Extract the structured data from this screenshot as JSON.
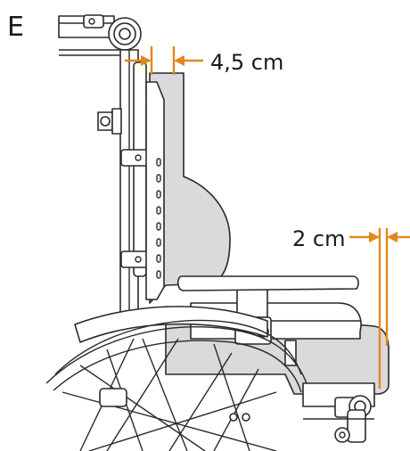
{
  "panel": {
    "label": "E"
  },
  "dimensions": {
    "backrest_offset": {
      "label": "4,5 cm"
    },
    "seat_offset": {
      "label": "2 cm"
    }
  },
  "colors": {
    "dimension": "#e2871d",
    "outline": "#2a2a2a",
    "cushion_fill": "#d9dadb"
  }
}
